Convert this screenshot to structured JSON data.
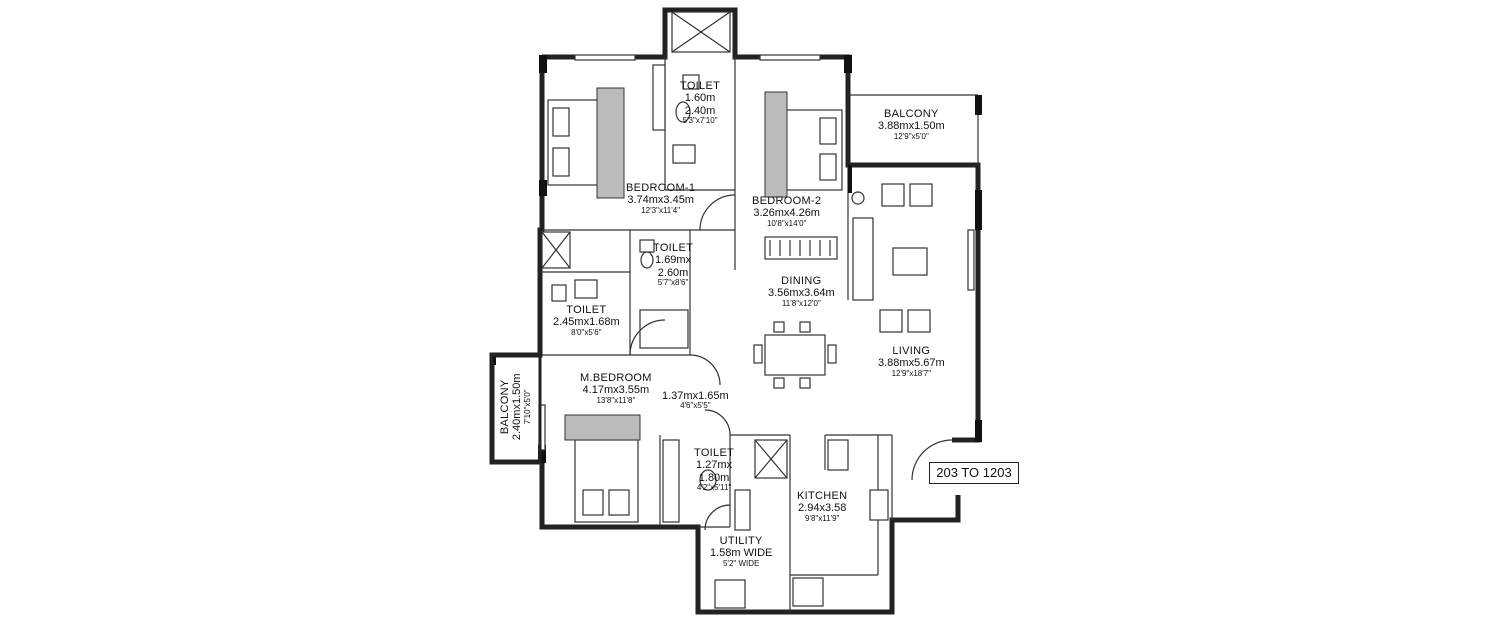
{
  "rooms": {
    "toilet_top": {
      "name": "TOILET",
      "size": "1.60mx 2.40m",
      "size_a": "1.60m",
      "size_b": "2.40m",
      "feet": "5'3\"x7'10\""
    },
    "bedroom1": {
      "name": "BEDROOM-1",
      "size": "3.74mx3.45m",
      "feet": "12'3\"x11'4\""
    },
    "bedroom2": {
      "name": "BEDROOM-2",
      "size": "3.26mx4.26m",
      "feet": "10'8\"x14'0\""
    },
    "balcony_top": {
      "name": "BALCONY",
      "size": "3.88mx1.50m",
      "feet": "12'9\"x5'0\""
    },
    "toilet_mid": {
      "name": "TOILET",
      "size_a": "1.69mx",
      "size_b": "2.60m",
      "feet": "5'7\"x8'6\""
    },
    "toilet_left": {
      "name": "TOILET",
      "size": "2.45mx1.68m",
      "feet": "8'0\"x5'6\""
    },
    "dining": {
      "name": "DINING",
      "size": "3.56mx3.64m",
      "feet": "11'8\"x12'0\""
    },
    "living": {
      "name": "LIVING",
      "size": "3.88mx5.67m",
      "feet": "12'9\"x18'7\""
    },
    "master_bedroom": {
      "name": "M.BEDROOM",
      "size": "4.17mx3.55m",
      "feet": "13'8\"x11'8\""
    },
    "passage": {
      "size": "1.37mx1.65m",
      "feet": "4'6\"x5'5\""
    },
    "balcony_left": {
      "name": "BALCONY",
      "size": "2.40mx1.50m",
      "feet": "7'10\"x5'0\""
    },
    "toilet_bottom": {
      "name": "TOILET",
      "size_a": "1.27mx",
      "size_b": "1.80m",
      "feet": "4'2\"x5'11\""
    },
    "kitchen": {
      "name": "KITCHEN",
      "size": "2.94x3.58",
      "feet": "9'8\"x11'9\""
    },
    "utility": {
      "name": "UTILITY",
      "size": "1.58m  WIDE",
      "feet": "5'2\"  WIDE"
    }
  },
  "unit_tag": "203 TO 1203"
}
